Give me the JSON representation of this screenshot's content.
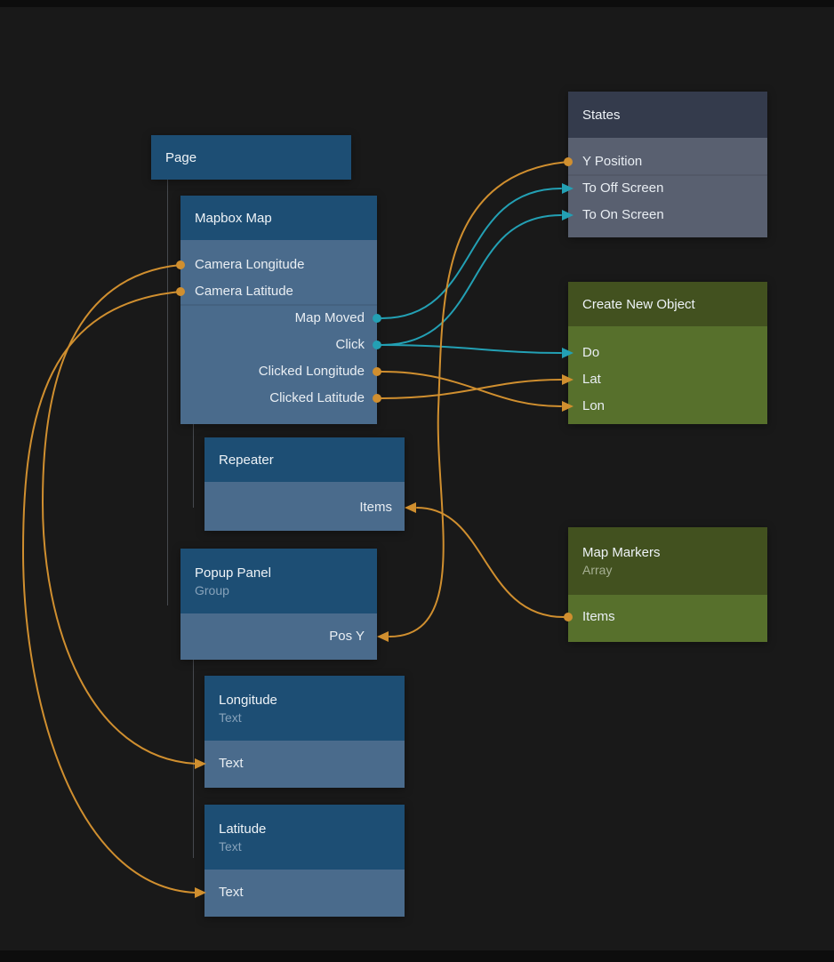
{
  "colors": {
    "background": "#191919",
    "frame": "#0d0d0d",
    "blue_header": "#1d4e74",
    "blue_body": "#4a6b8c",
    "slate_header": "#343b4c",
    "slate_body": "#596070",
    "olive_header": "#42511f",
    "olive_body": "#57702c",
    "wire_orange": "#d08f2f",
    "wire_teal": "#23a0b4"
  },
  "nodes": {
    "page": {
      "title": "Page"
    },
    "mapbox_map": {
      "title": "Mapbox Map",
      "ports": {
        "camera_longitude": "Camera Longitude",
        "camera_latitude": "Camera Latitude",
        "map_moved": "Map Moved",
        "click": "Click",
        "clicked_longitude": "Clicked Longitude",
        "clicked_latitude": "Clicked Latitude"
      }
    },
    "repeater": {
      "title": "Repeater",
      "ports": {
        "items": "Items"
      }
    },
    "popup_panel": {
      "title": "Popup Panel",
      "subtitle": "Group",
      "ports": {
        "pos_y": "Pos Y"
      }
    },
    "longitude": {
      "title": "Longitude",
      "subtitle": "Text",
      "ports": {
        "text": "Text"
      }
    },
    "latitude": {
      "title": "Latitude",
      "subtitle": "Text",
      "ports": {
        "text": "Text"
      }
    },
    "states": {
      "title": "States",
      "ports": {
        "y_position": "Y Position",
        "to_off_screen": "To Off Screen",
        "to_on_screen": "To On Screen"
      }
    },
    "create_new_object": {
      "title": "Create New Object",
      "ports": {
        "do": "Do",
        "lat": "Lat",
        "lon": "Lon"
      }
    },
    "map_markers": {
      "title": "Map Markers",
      "subtitle": "Array",
      "ports": {
        "items": "Items"
      }
    }
  },
  "connections": [
    {
      "from": "Mapbox Map.Camera Longitude",
      "to": "Longitude.Text",
      "color": "#d08f2f"
    },
    {
      "from": "Mapbox Map.Camera Latitude",
      "to": "Latitude.Text",
      "color": "#d08f2f"
    },
    {
      "from": "Mapbox Map.Map Moved",
      "to": "States.To Off Screen",
      "color": "#23a0b4"
    },
    {
      "from": "Mapbox Map.Click",
      "to": "States.To On Screen",
      "color": "#23a0b4"
    },
    {
      "from": "Mapbox Map.Click",
      "to": "Create New Object.Do",
      "color": "#23a0b4"
    },
    {
      "from": "Mapbox Map.Clicked Longitude",
      "to": "Create New Object.Lon",
      "color": "#d08f2f"
    },
    {
      "from": "Mapbox Map.Clicked Latitude",
      "to": "Create New Object.Lat",
      "color": "#d08f2f"
    },
    {
      "from": "States.Y Position",
      "to": "Popup Panel.Pos Y",
      "color": "#d08f2f"
    },
    {
      "from": "Map Markers.Items",
      "to": "Repeater.Items",
      "color": "#d08f2f"
    }
  ]
}
